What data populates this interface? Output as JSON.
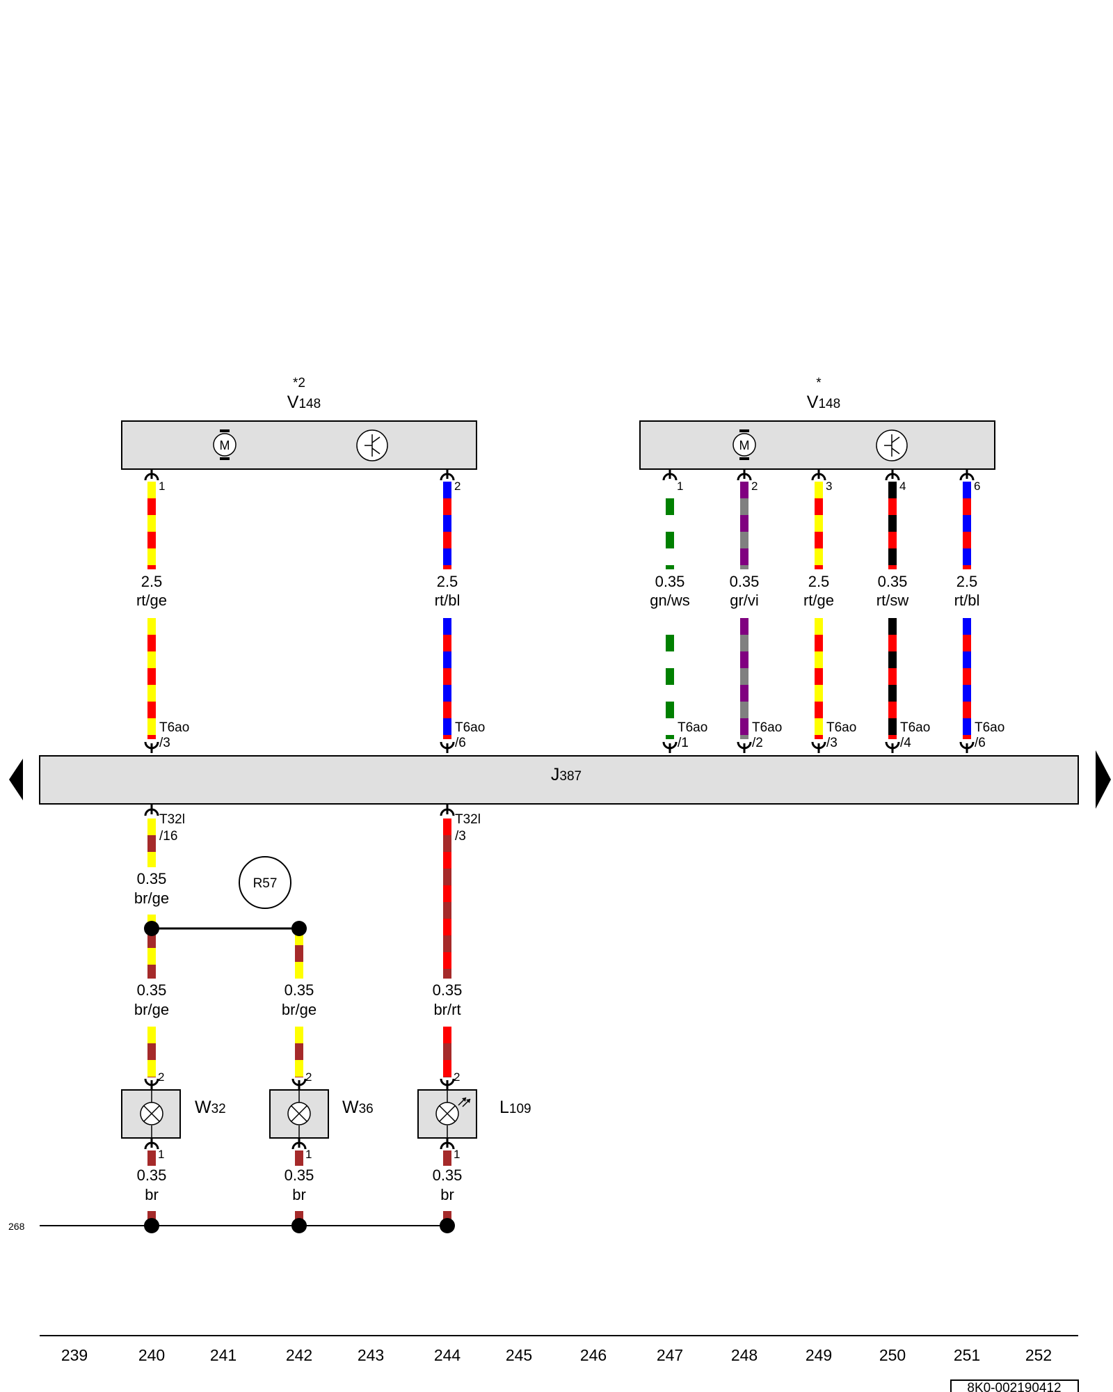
{
  "components": {
    "v148_left": {
      "name": "V",
      "sub": "148",
      "note": "*2"
    },
    "v148_right": {
      "name": "V",
      "sub": "148",
      "note": "*"
    },
    "j387": {
      "name": "J",
      "sub": "387"
    },
    "r57": {
      "label": "R57"
    },
    "w32": {
      "name": "W",
      "sub": "32"
    },
    "w36": {
      "name": "W",
      "sub": "36"
    },
    "l109": {
      "name": "L",
      "sub": "109"
    }
  },
  "symbols": {
    "motor_letter": "M",
    "motor_icon": "motor-icon",
    "sensor_icon": "hall-sensor-icon",
    "lamp_icon": "lamp-icon",
    "led_icon": "led-icon"
  },
  "upper_wires": [
    {
      "id": "w1",
      "column": "240",
      "pin_top": "1",
      "gauge": "2.5",
      "color_code": "rt/ge",
      "base": "#ff0000",
      "stripe": "#ffff00",
      "conn": "T6ao",
      "conn_pin": "/3"
    },
    {
      "id": "w2",
      "column": "244",
      "pin_top": "2",
      "gauge": "2.5",
      "color_code": "rt/bl",
      "base": "#ff0000",
      "stripe": "#0000ff",
      "conn": "T6ao",
      "conn_pin": "/6"
    },
    {
      "id": "w3",
      "column": "247",
      "pin_top": "1",
      "gauge": "0.35",
      "color_code": "gn/ws",
      "base": "#008000",
      "stripe": "#ffffff",
      "conn": "T6ao",
      "conn_pin": "/1"
    },
    {
      "id": "w4",
      "column": "248",
      "pin_top": "2",
      "gauge": "0.35",
      "color_code": "gr/vi",
      "base": "#808080",
      "stripe": "#800080",
      "conn": "T6ao",
      "conn_pin": "/2"
    },
    {
      "id": "w5",
      "column": "249",
      "pin_top": "3",
      "gauge": "2.5",
      "color_code": "rt/ge",
      "base": "#ff0000",
      "stripe": "#ffff00",
      "conn": "T6ao",
      "conn_pin": "/3"
    },
    {
      "id": "w6",
      "column": "250",
      "pin_top": "4",
      "gauge": "0.35",
      "color_code": "rt/sw",
      "base": "#ff0000",
      "stripe": "#000000",
      "conn": "T6ao",
      "conn_pin": "/4"
    },
    {
      "id": "w7",
      "column": "251",
      "pin_top": "6",
      "gauge": "2.5",
      "color_code": "rt/bl",
      "base": "#ff0000",
      "stripe": "#0000ff",
      "conn": "T6ao",
      "conn_pin": "/6"
    }
  ],
  "lower_wires": {
    "feed_a": {
      "conn": "T32l",
      "conn_pin": "/16",
      "gauge": "0.35",
      "color_code": "br/ge",
      "base": "#a52a2a",
      "stripe": "#ffff00"
    },
    "feed_b": {
      "conn": "T32l",
      "conn_pin": "/3",
      "gauge": "0.35",
      "color_code": "br/rt",
      "base": "#a52a2a",
      "stripe": "#ff0000"
    },
    "w32_in": {
      "gauge": "0.35",
      "color_code": "br/ge",
      "pin": "2"
    },
    "w36_in": {
      "gauge": "0.35",
      "color_code": "br/ge",
      "pin": "2"
    },
    "l109_in": {
      "pin": "2"
    },
    "w32_gnd": {
      "gauge": "0.35",
      "color_code": "br",
      "pin": "1"
    },
    "w36_gnd": {
      "gauge": "0.35",
      "color_code": "br",
      "pin": "1"
    },
    "l109_gnd": {
      "gauge": "0.35",
      "color_code": "br",
      "pin": "1"
    },
    "ground_color": "#a52a2a"
  },
  "ground_ref": "268",
  "columns": [
    "239",
    "240",
    "241",
    "242",
    "243",
    "244",
    "245",
    "246",
    "247",
    "248",
    "249",
    "250",
    "251",
    "252"
  ],
  "doc_number": "8K0-002190412",
  "colors": {
    "component_fill": "#e0e0e0",
    "line": "#000000"
  }
}
